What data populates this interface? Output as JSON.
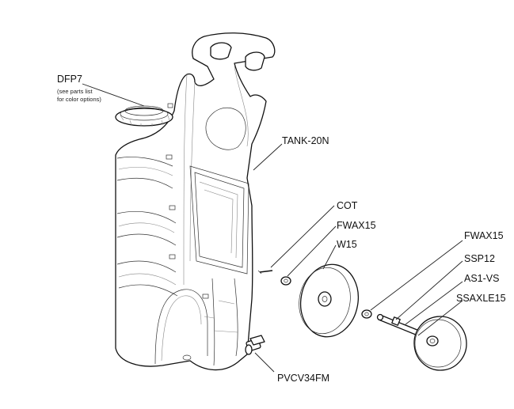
{
  "labels": {
    "dfp7": "DFP7",
    "dfp7_note1": "(see parts list",
    "dfp7_note2": "for color options)",
    "tank": "TANK-20N",
    "cot": "COT",
    "fwax15_left": "FWAX15",
    "w15": "W15",
    "fwax15_right": "FWAX15",
    "ssp12": "SSP12",
    "as1vs": "AS1-VS",
    "ssaxle15": "SSAXLE15",
    "pvcv34fm": "PVCV34FM"
  }
}
